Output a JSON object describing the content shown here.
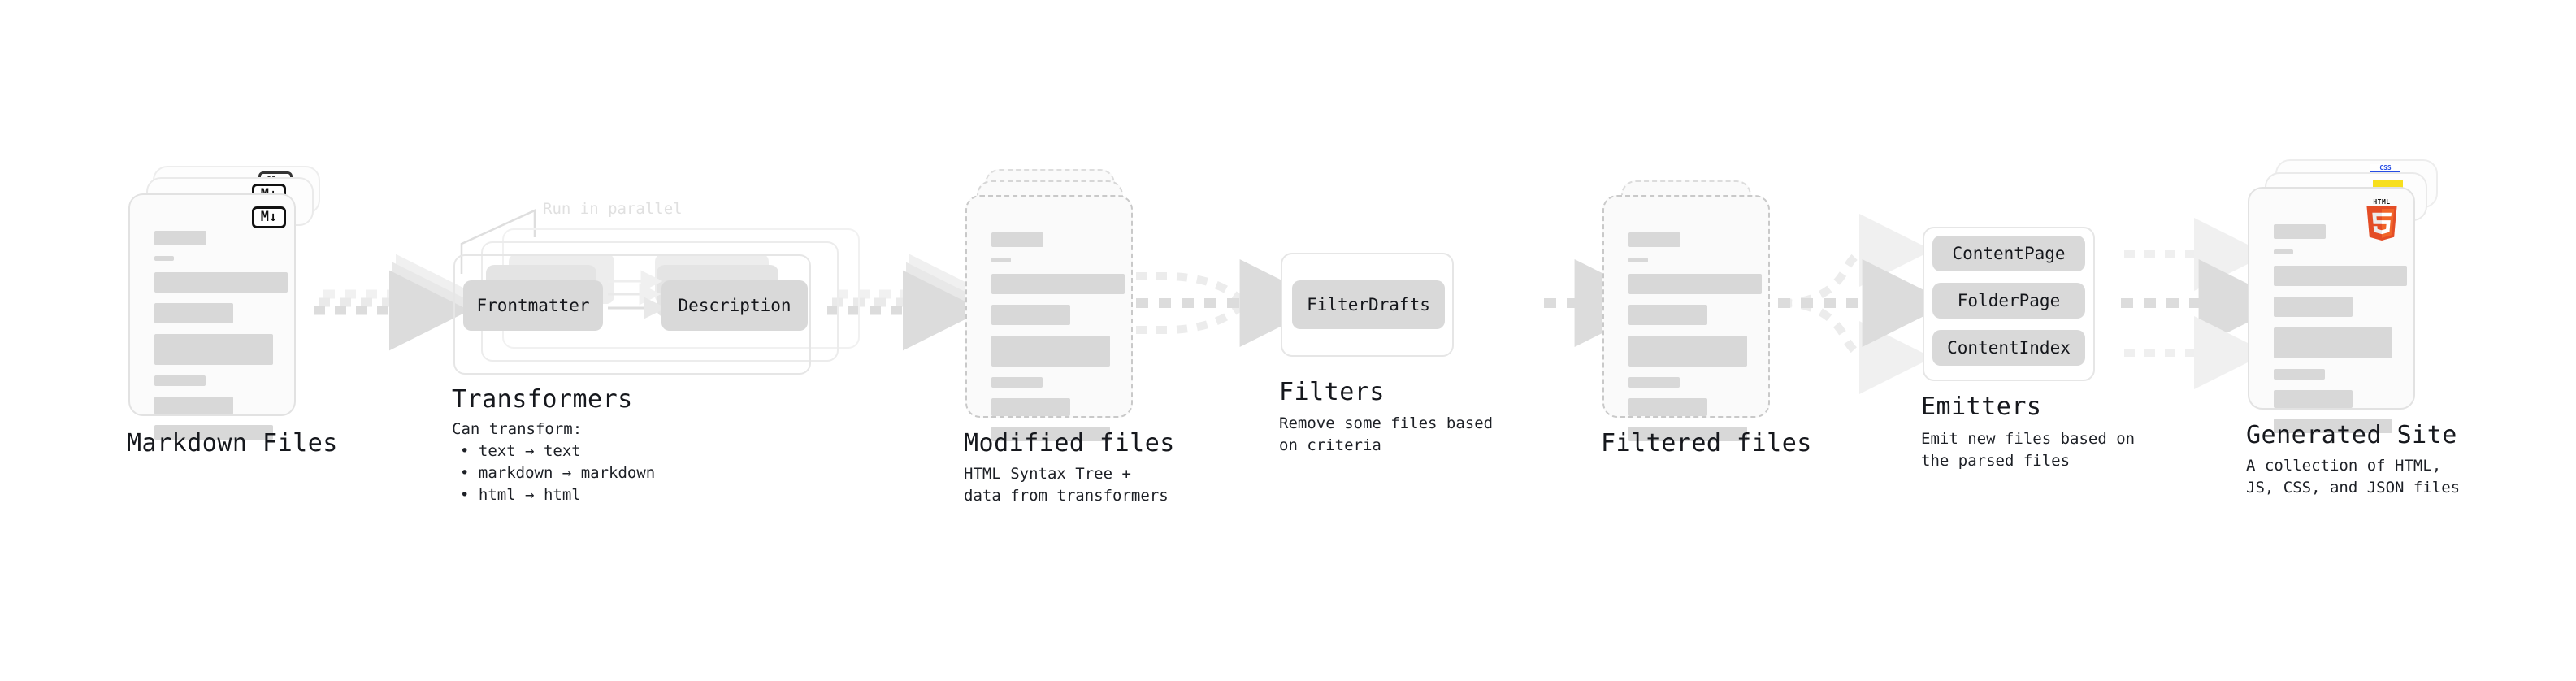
{
  "diagram": {
    "title_font_size": 30,
    "stages": [
      {
        "key": "markdown_files",
        "label": "Markdown Files",
        "description": "",
        "badge": "M↓",
        "badge_icon_name": "markdown-badge-icon"
      },
      {
        "key": "transformers",
        "label": "Transformers",
        "description": "Can transform:",
        "note": "Run in parallel",
        "bullets": [
          "• text → text",
          "• markdown → markdown",
          "• html → html"
        ],
        "nodes": [
          "Frontmatter",
          "Description"
        ]
      },
      {
        "key": "modified_files",
        "label": "Modified files",
        "description": "HTML Syntax Tree +\ndata from transformers"
      },
      {
        "key": "filters",
        "label": "Filters",
        "description": "Remove some files based\non criteria",
        "nodes": [
          "FilterDrafts"
        ]
      },
      {
        "key": "filtered_files",
        "label": "Filtered files",
        "description": ""
      },
      {
        "key": "emitters",
        "label": "Emitters",
        "description": "Emit new files based on\nthe parsed files",
        "nodes": [
          "ContentPage",
          "FolderPage",
          "ContentIndex"
        ]
      },
      {
        "key": "generated_site",
        "label": "Generated Site",
        "description": "A collection of HTML,\nJS, CSS, and JSON files",
        "badges": [
          "HTML5",
          "JS",
          "CSS"
        ],
        "badge_icon_names": [
          "html5-logo-icon",
          "javascript-badge-icon",
          "css-badge-icon"
        ]
      }
    ],
    "colors": {
      "ink": "#16181d",
      "card_bg": "#fbfbfb",
      "card_border": "#e2e2e2",
      "dashed_border": "#c9c9c9",
      "bar": "#d8d8d8",
      "pill": "#d9d9d9",
      "arrow": "#dcdcdc",
      "arrow_light": "#efefef",
      "html5_orange": "#e44d26",
      "js_yellow": "#f7df1e",
      "css_blue": "#264de4"
    },
    "html5_wordmark": "HTML",
    "html5_digit": "5",
    "css_wordmark": "CSS"
  }
}
